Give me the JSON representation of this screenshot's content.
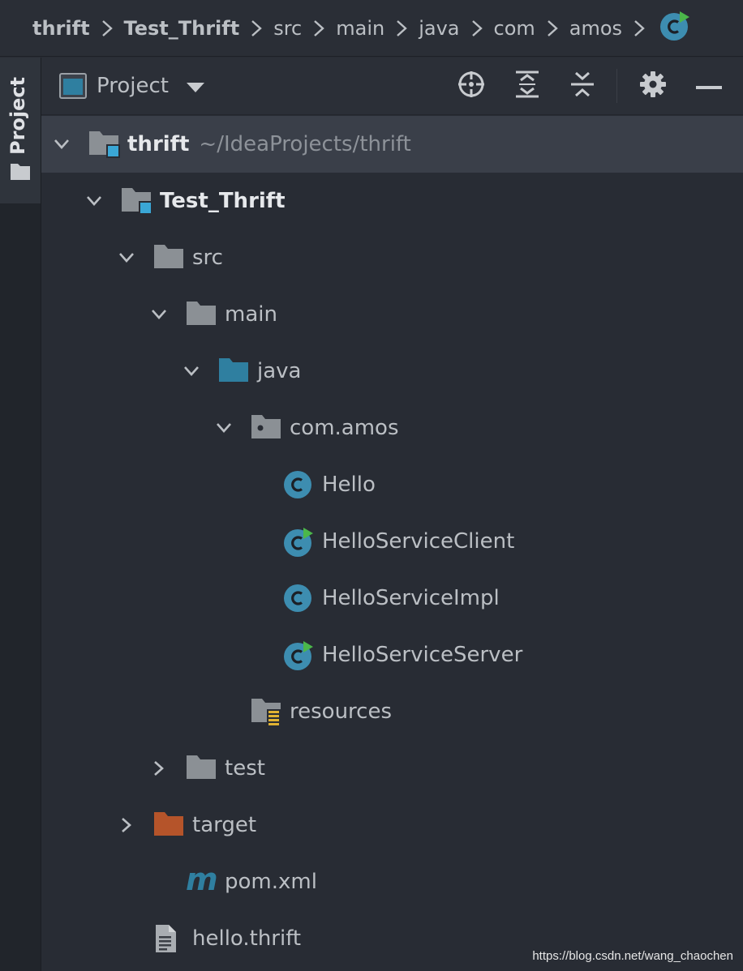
{
  "breadcrumb": [
    {
      "label": "thrift",
      "bold": true
    },
    {
      "label": "Test_Thrift",
      "bold": true
    },
    {
      "label": "src",
      "bold": false
    },
    {
      "label": "main",
      "bold": false
    },
    {
      "label": "java",
      "bold": false
    },
    {
      "label": "com",
      "bold": false
    },
    {
      "label": "amos",
      "bold": false
    }
  ],
  "tool_window": {
    "tab_label": "Project"
  },
  "toolbar": {
    "view_selector": "Project",
    "buttons": [
      "locate-icon",
      "expand-all-icon",
      "collapse-all-icon",
      "gear-icon",
      "minimize-icon"
    ]
  },
  "tree": [
    {
      "label": "thrift",
      "hint": "~/IdeaProjects/thrift",
      "bold": true,
      "icon": "module-folder-icon",
      "arrow": "expanded",
      "depth": 0,
      "selected": true
    },
    {
      "label": "Test_Thrift",
      "hint": "",
      "bold": true,
      "icon": "module-folder-icon",
      "arrow": "expanded",
      "depth": 1
    },
    {
      "label": "src",
      "hint": "",
      "bold": false,
      "icon": "folder-icon",
      "arrow": "expanded",
      "depth": 2
    },
    {
      "label": "main",
      "hint": "",
      "bold": false,
      "icon": "folder-icon",
      "arrow": "expanded",
      "depth": 3
    },
    {
      "label": "java",
      "hint": "",
      "bold": false,
      "icon": "source-folder-icon",
      "arrow": "expanded",
      "depth": 4
    },
    {
      "label": "com.amos",
      "hint": "",
      "bold": false,
      "icon": "package-icon",
      "arrow": "expanded",
      "depth": 5
    },
    {
      "label": "Hello",
      "hint": "",
      "bold": false,
      "icon": "class-icon",
      "arrow": "none",
      "depth": 6
    },
    {
      "label": "HelloServiceClient",
      "hint": "",
      "bold": false,
      "icon": "runnable-class-icon",
      "arrow": "none",
      "depth": 6
    },
    {
      "label": "HelloServiceImpl",
      "hint": "",
      "bold": false,
      "icon": "class-icon",
      "arrow": "none",
      "depth": 6
    },
    {
      "label": "HelloServiceServer",
      "hint": "",
      "bold": false,
      "icon": "runnable-class-icon",
      "arrow": "none",
      "depth": 6
    },
    {
      "label": "resources",
      "hint": "",
      "bold": false,
      "icon": "resources-folder-icon",
      "arrow": "none",
      "depth": 5
    },
    {
      "label": "test",
      "hint": "",
      "bold": false,
      "icon": "folder-icon",
      "arrow": "collapsed",
      "depth": 3
    },
    {
      "label": "target",
      "hint": "",
      "bold": false,
      "icon": "excluded-folder-icon",
      "arrow": "collapsed",
      "depth": 2
    },
    {
      "label": "pom.xml",
      "hint": "",
      "bold": false,
      "icon": "maven-icon",
      "arrow": "none",
      "depth": 3
    },
    {
      "label": "hello.thrift",
      "hint": "",
      "bold": false,
      "icon": "text-file-icon",
      "arrow": "none",
      "depth": 2
    }
  ],
  "colors": {
    "background": "#282c34",
    "selection": "#3a3f49",
    "folder": "#8b9095",
    "source_folder": "#2f7fa0",
    "excluded_folder": "#b5542a",
    "class_icon": "#3d8db0",
    "run_badge": "#4bb74a",
    "module_badge": "#3aa7d6",
    "resources_badge": "#e0b232"
  },
  "watermark": "https://blog.csdn.net/wang_chaochen"
}
